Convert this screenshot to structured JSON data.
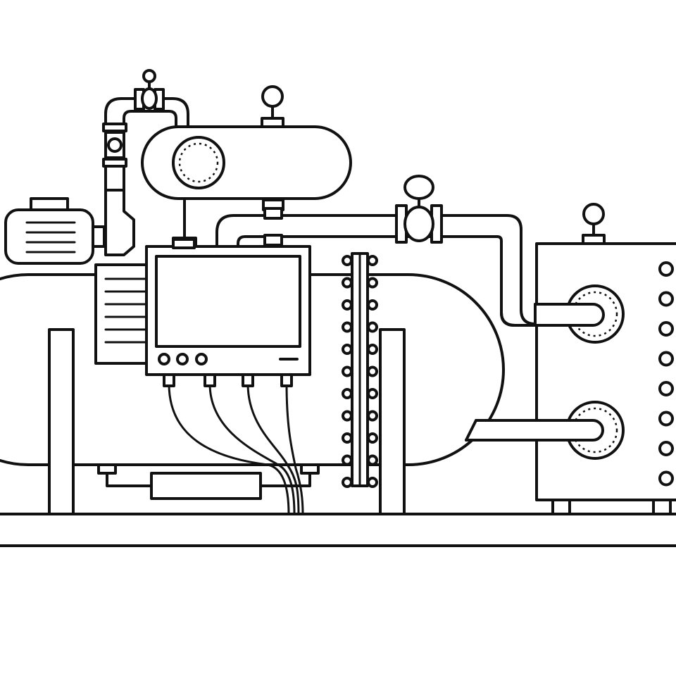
{
  "illustration": {
    "colors": {
      "stroke": "#111111",
      "background": "#ffffff"
    },
    "components": [
      "motor-icon",
      "control-panel",
      "main-tank",
      "upper-tank",
      "heat-exchanger-cabinet",
      "pipe-valve",
      "pressure-gauge",
      "sight-glass",
      "skid-base"
    ],
    "panel_buttons": 3,
    "cabinet_ports": 8
  }
}
